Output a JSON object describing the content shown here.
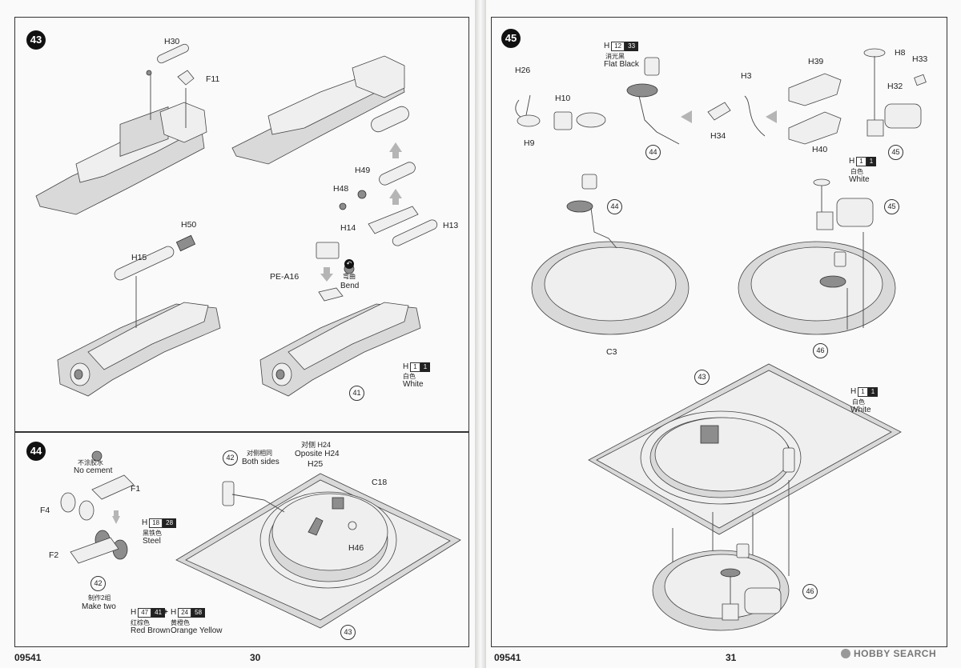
{
  "left_page": {
    "page_number": "30",
    "kit_number": "09541",
    "step43": {
      "number": "43",
      "labels": {
        "h30": "H30",
        "f11": "F11",
        "h49": "H49",
        "h48": "H48",
        "h14": "H14",
        "h13": "H13",
        "h50": "H50",
        "h15": "H15",
        "pe_a16": "PE-A16"
      },
      "bend_cn": "弯曲",
      "bend_en": "Bend",
      "ref41": "41",
      "paint": {
        "letter": "H",
        "code1": "1",
        "code2": "1",
        "cn": "白色",
        "en": "White"
      }
    },
    "step44": {
      "number": "44",
      "no_cement_cn": "不涂胶水",
      "no_cement_en": "No cement",
      "labels": {
        "f1": "F1",
        "f4": "F4",
        "f2": "F2",
        "h25": "H25",
        "c18": "C18",
        "h46": "H46"
      },
      "ref42a": "42",
      "ref42b": "42",
      "ref43": "43",
      "make_two_cn": "制作2组",
      "make_two_en": "Make two",
      "both_sides_cn": "对侧相同",
      "both_sides_en": "Both sides",
      "opposite_cn": "对侧 H24",
      "opposite_en": "Oposite H24",
      "paint_steel": {
        "letter": "H",
        "code1": "18",
        "code2": "28",
        "cn": "黑铁色",
        "en": "Steel"
      },
      "paint_mix_a": {
        "letter": "H",
        "code1": "47",
        "code2": "41",
        "cn": "红棕色",
        "en": "Red Brown"
      },
      "plus": "+",
      "paint_mix_b": {
        "letter": "H",
        "code1": "24",
        "code2": "58",
        "cn": "黄橙色",
        "en": "Orange Yellow"
      }
    }
  },
  "right_page": {
    "page_number": "31",
    "kit_number": "09541",
    "step45": {
      "number": "45",
      "labels": {
        "h26": "H26",
        "h9": "H9",
        "h10": "H10",
        "h3": "H3",
        "h34": "H34",
        "h8": "H8",
        "h33": "H33",
        "h39": "H39",
        "h32": "H32",
        "h40": "H40",
        "c3": "C3"
      },
      "paint_black": {
        "letter": "H",
        "code1": "12",
        "code2": "33",
        "cn": "消光黑",
        "en": "Flat Black"
      },
      "paint_white1": {
        "letter": "H",
        "code1": "1",
        "code2": "1",
        "cn": "白色",
        "en": "White"
      },
      "paint_white2": {
        "letter": "H",
        "code1": "1",
        "code2": "1",
        "cn": "白色",
        "en": "White"
      },
      "ref44a": "44",
      "ref45a": "45",
      "ref44b": "44",
      "ref45b": "45",
      "ref46a": "46",
      "ref43": "43",
      "ref46b": "46"
    },
    "watermark": "HOBBY SEARCH"
  }
}
